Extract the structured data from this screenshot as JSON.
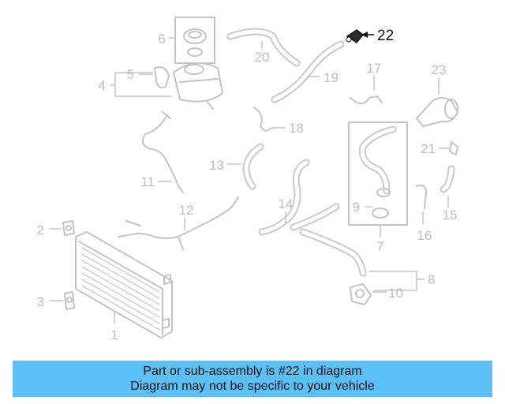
{
  "diagram": {
    "callouts": [
      "1",
      "2",
      "3",
      "4",
      "5",
      "6",
      "7",
      "8",
      "9",
      "10",
      "11",
      "12",
      "13",
      "14",
      "15",
      "16",
      "17",
      "18",
      "19",
      "20",
      "21",
      "22",
      "23"
    ],
    "highlighted_callout": "22"
  },
  "banner": {
    "line1": "Part or sub-assembly is #22 in diagram",
    "line2": "Diagram may not be specific to your vehicle",
    "color": "#5bc0f5"
  }
}
